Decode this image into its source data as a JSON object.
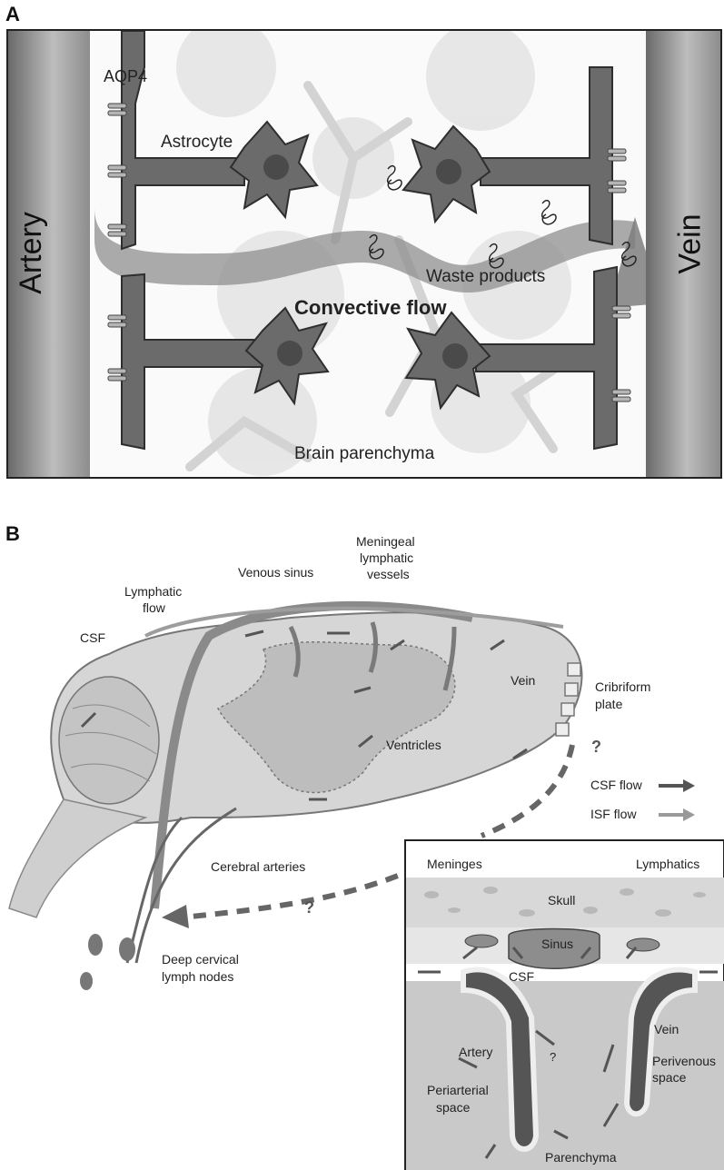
{
  "panel_a": {
    "letter": "A",
    "labels": {
      "artery": "Artery",
      "vein": "Vein",
      "aqp4": "AQP4",
      "astrocyte": "Astrocyte",
      "waste": "Waste products",
      "convective": "Convective flow",
      "parenchyma": "Brain parenchyma"
    }
  },
  "panel_b": {
    "letter": "B",
    "labels": {
      "meningeal_l1": "Meningeal",
      "meningeal_l2": "lymphatic",
      "meningeal_l3": "vessels",
      "venous_sinus": "Venous sinus",
      "lymphatic_flow_l1": "Lymphatic",
      "lymphatic_flow_l2": "flow",
      "csf": "CSF",
      "vein": "Vein",
      "cribriform_l1": "Cribriform",
      "cribriform_l2": "plate",
      "ventricles": "Ventricles",
      "question": "?",
      "cerebral_arteries": "Cerebral arteries",
      "deep_cervical_l1": "Deep cervical",
      "deep_cervical_l2": "lymph nodes"
    },
    "legend": {
      "csf_flow": "CSF flow",
      "isf_flow": "ISF flow",
      "csf_color": "#555555",
      "isf_color": "#9a9a9a"
    },
    "inset": {
      "meninges": "Meninges",
      "lymphatics": "Lymphatics",
      "skull": "Skull",
      "sinus": "Sinus",
      "csf": "CSF",
      "vein": "Vein",
      "artery": "Artery",
      "question": "?",
      "perivenous_l1": "Perivenous",
      "perivenous_l2": "space",
      "periarterial_l1": "Periarterial",
      "periarterial_l2": "space",
      "parenchyma": "Parenchyma"
    }
  }
}
